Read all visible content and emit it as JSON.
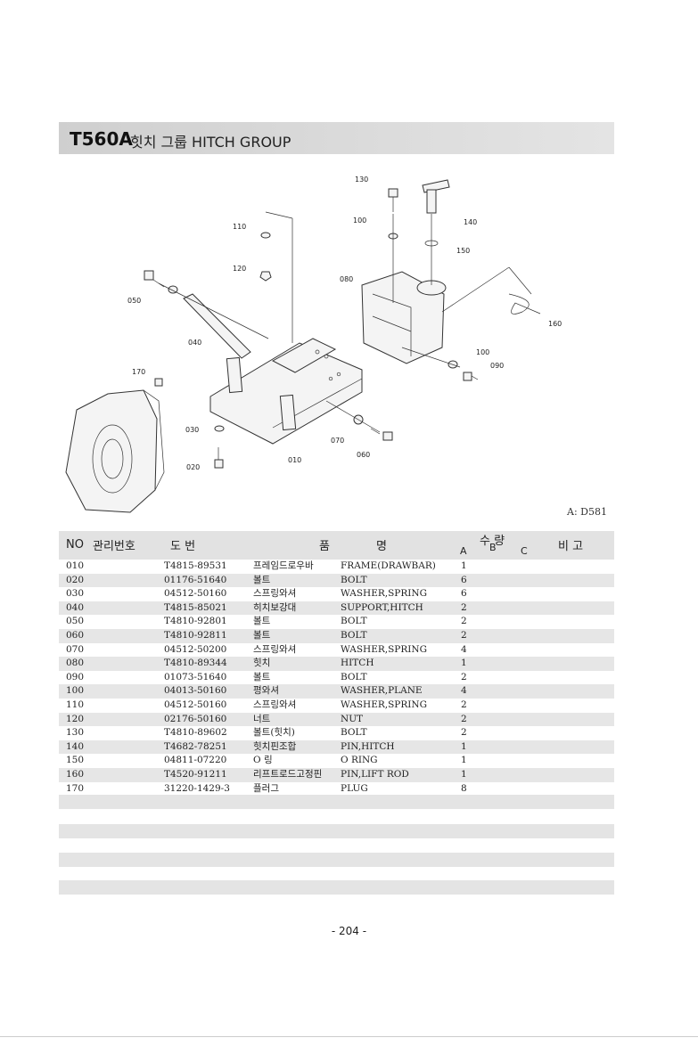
{
  "header": {
    "code": "T560A",
    "title": "힛치 그룹  HITCH GROUP"
  },
  "diagram": {
    "ref": "A: D581",
    "labels": [
      "010",
      "020",
      "030",
      "040",
      "050",
      "060",
      "070",
      "080",
      "090",
      "100",
      "100",
      "110",
      "120",
      "130",
      "140",
      "150",
      "160",
      "170"
    ]
  },
  "table": {
    "headers": {
      "no": "NO",
      "mgmt": "관리번호",
      "draw": "도      번",
      "name1": "품",
      "name2": "명",
      "qty": "수  량",
      "a": "A",
      "b": "B",
      "c": "C",
      "remark": "비    고"
    },
    "rows": [
      {
        "no": "010",
        "part": "T4815-89531",
        "kr": "프레임드로우바",
        "en": "FRAME(DRAWBAR)",
        "qa": "1"
      },
      {
        "no": "020",
        "part": "01176-51640",
        "kr": "볼트",
        "en": "BOLT",
        "qa": "6"
      },
      {
        "no": "030",
        "part": "04512-50160",
        "kr": "스프링와셔",
        "en": "WASHER,SPRING",
        "qa": "6"
      },
      {
        "no": "040",
        "part": "T4815-85021",
        "kr": "히치보강대",
        "en": "SUPPORT,HITCH",
        "qa": "2"
      },
      {
        "no": "050",
        "part": "T4810-92801",
        "kr": "볼트",
        "en": "BOLT",
        "qa": "2"
      },
      {
        "no": "060",
        "part": "T4810-92811",
        "kr": "볼트",
        "en": "BOLT",
        "qa": "2"
      },
      {
        "no": "070",
        "part": "04512-50200",
        "kr": "스프링와셔",
        "en": "WASHER,SPRING",
        "qa": "4"
      },
      {
        "no": "080",
        "part": "T4810-89344",
        "kr": "힛치",
        "en": "HITCH",
        "qa": "1"
      },
      {
        "no": "090",
        "part": "01073-51640",
        "kr": "볼트",
        "en": "BOLT",
        "qa": "2"
      },
      {
        "no": "100",
        "part": "04013-50160",
        "kr": "평와셔",
        "en": "WASHER,PLANE",
        "qa": "4"
      },
      {
        "no": "110",
        "part": "04512-50160",
        "kr": "스프링와셔",
        "en": "WASHER,SPRING",
        "qa": "2"
      },
      {
        "no": "120",
        "part": "02176-50160",
        "kr": "너트",
        "en": "NUT",
        "qa": "2"
      },
      {
        "no": "130",
        "part": "T4810-89602",
        "kr": "볼트(힛치)",
        "en": "BOLT",
        "qa": "2"
      },
      {
        "no": "140",
        "part": "T4682-78251",
        "kr": "힛치핀조합",
        "en": "PIN,HITCH",
        "qa": "1"
      },
      {
        "no": "150",
        "part": "04811-07220",
        "kr": "O 링",
        "en": "O RING",
        "qa": "1"
      },
      {
        "no": "160",
        "part": "T4520-91211",
        "kr": "리프트로드고정핀",
        "en": "PIN,LIFT ROD",
        "qa": "1"
      },
      {
        "no": "170",
        "part": "31220-1429-3",
        "kr": "플러그",
        "en": "PLUG",
        "qa": "8"
      }
    ]
  },
  "page": {
    "number": "- 204 -"
  }
}
